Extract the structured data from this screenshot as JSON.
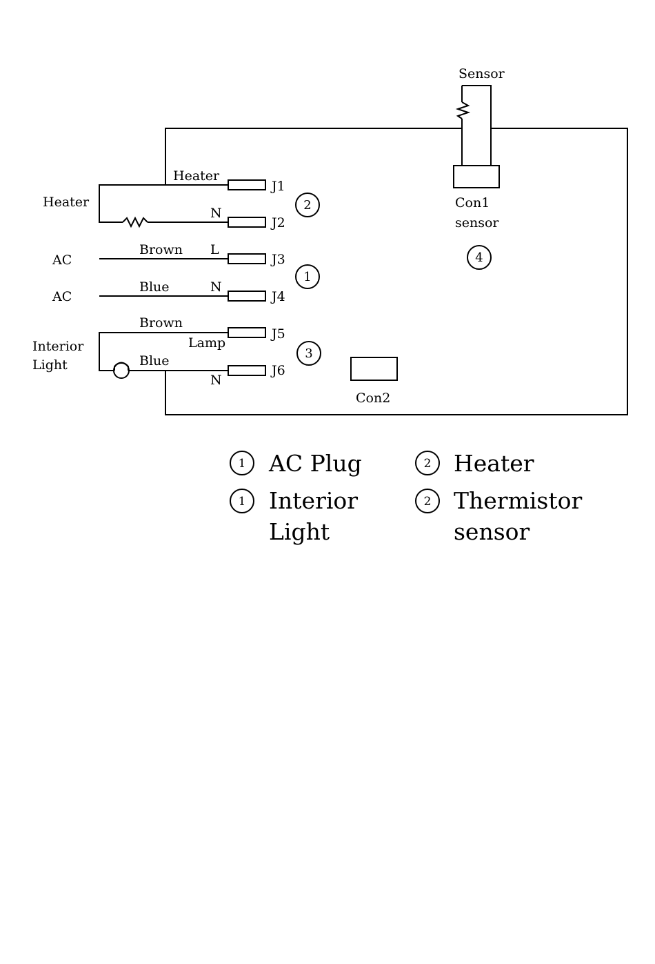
{
  "board": {
    "sensor_label": "Sensor",
    "con1_label": "Con1",
    "con1_sub": "sensor",
    "con2_label": "Con2"
  },
  "left_labels": {
    "heater": "Heater",
    "ac1": "AC",
    "ac2": "AC",
    "interior_1": "Interior",
    "interior_2": "Light"
  },
  "wires": {
    "heater": "Heater",
    "n_j2": "N",
    "brown_j3": "Brown",
    "l_j3": "L",
    "blue_j4": "Blue",
    "n_j4": "N",
    "brown_j5": "Brown",
    "lamp": "Lamp",
    "blue_j6": "Blue",
    "n_j6": "N"
  },
  "terminals": [
    "J1",
    "J2",
    "J3",
    "J4",
    "J5",
    "J6"
  ],
  "group_numbers": {
    "heater_group": "2",
    "ac_group": "1",
    "light_group": "3",
    "sensor_group": "4"
  },
  "legend": [
    {
      "num": "1",
      "line1": "AC Plug",
      "line2": ""
    },
    {
      "num": "2",
      "line1": "Heater",
      "line2": ""
    },
    {
      "num": "1",
      "line1": "Interior",
      "line2": "Light"
    },
    {
      "num": "2",
      "line1": "Thermistor",
      "line2": "sensor"
    }
  ]
}
